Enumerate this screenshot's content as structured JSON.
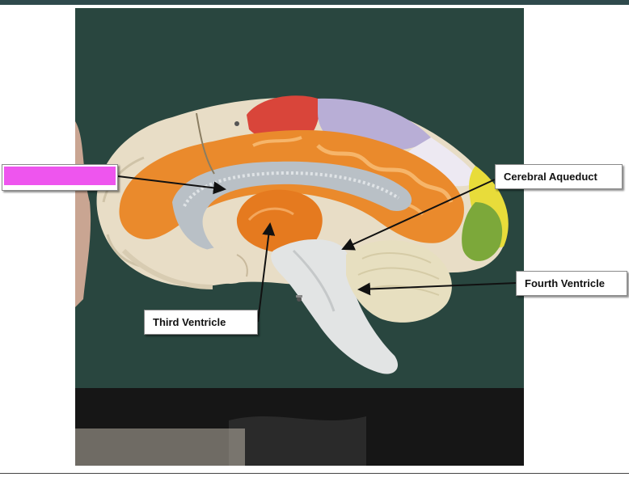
{
  "labels": {
    "blank": "",
    "cerebral_aqueduct": "Cerebral Aqueduct",
    "fourth_ventricle": "Fourth Ventricle",
    "third_ventricle": "Third Ventricle"
  },
  "colors": {
    "header_bar": "#2f4a4c",
    "blank_label_fill": "#ee55ee",
    "board_background": "#27433c",
    "cortex_orange": "#ea8a2c",
    "frontal_red": "#d9453a",
    "parietal_purple": "#b8aed6",
    "occipital_green": "#7ca83a",
    "occipital_yellow": "#e8dc3a",
    "ventricle_gray": "#b9c0c6",
    "brainstem_white": "#e2e4e4",
    "cerebellum_beige": "#e7dfc0"
  }
}
